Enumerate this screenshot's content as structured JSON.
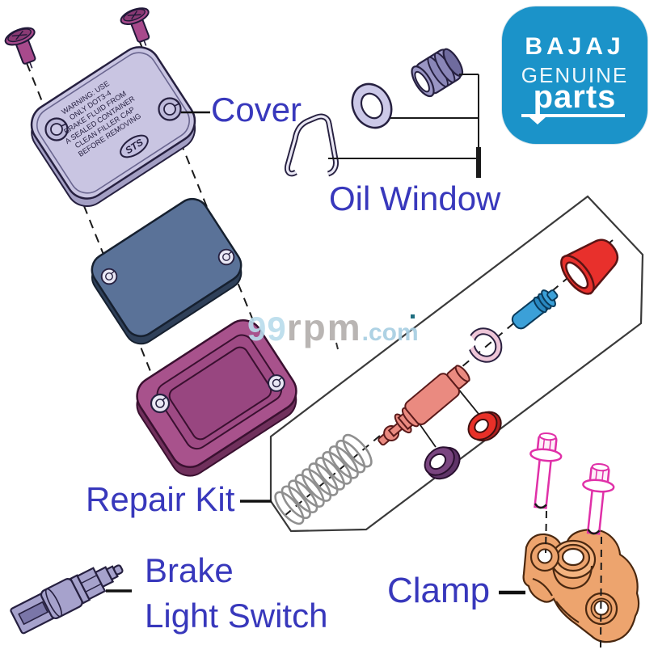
{
  "labels": {
    "cover": "Cover",
    "oil_window": "Oil Window",
    "repair_kit": "Repair Kit",
    "brake_line1": "Brake",
    "brake_line2": "Light Switch",
    "clamp": "Clamp"
  },
  "watermark": {
    "prefix": "99",
    "middle": "rpm",
    "suffix": ".com"
  },
  "logo": {
    "brand": "BAJAJ",
    "line2": "GENUINE",
    "line3": "parts",
    "bg": "#1b93c9"
  },
  "cover_part": {
    "warning_lines": [
      "WARNING: USE",
      "ONLY DOT3-4",
      "BRAKE FLUID FROM",
      "A SEALED CONTAINER",
      "CLEAN FILLER CAP",
      "BEFORE REMOVING"
    ],
    "brand_mark": "STS"
  },
  "colors": {
    "label_text": "#3838bc",
    "leader": "#1a1a1a",
    "screw": "#a84a8c",
    "cover": "#c9c5e2",
    "plate": "#5a7298",
    "diaphragm": "#a8528c",
    "sight_glass": "#9a96c4",
    "washer": "#ccc9e8",
    "clip": "#e9e7f4",
    "spring": "#8f8f8f",
    "piston": "#ea8a80",
    "eclip": "#eec6d8",
    "pin": "#3ba0d8",
    "boot": "#e8302c",
    "seal_red": "#e83028",
    "seal_purple": "#7a4580",
    "bolt": "#e030a8",
    "clamp": "#eda46e",
    "switch": "#a6a2cc"
  }
}
